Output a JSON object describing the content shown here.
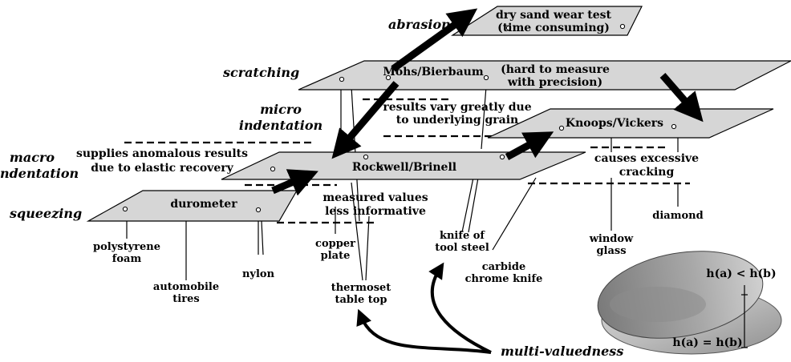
{
  "categories": {
    "abrasion": "abrasion",
    "scratching": "scratching",
    "micro_indentation": [
      "micro",
      "indentation"
    ],
    "macro_indentation": [
      "macro",
      "indentation"
    ],
    "squeezing": "squeezing"
  },
  "planes": {
    "abrasion": "dry sand wear test",
    "abrasion_note": "(time consuming)",
    "mohs": "Mohs/Bierbaum",
    "mohs_note": [
      "(hard to measure",
      "with precision)"
    ],
    "knoops": "Knoops/Vickers",
    "rockwell": "Rockwell/Brinell",
    "durometer": "durometer"
  },
  "notes": {
    "grain": [
      "results vary greatly due",
      "to underlying grain"
    ],
    "elastic": [
      "supplies anomalous results",
      "due to elastic recovery"
    ],
    "measured": [
      "measured values",
      "less informative"
    ],
    "cracking": [
      "causes excessive",
      "cracking"
    ]
  },
  "materials": {
    "polystyrene": [
      "polystyrene",
      "foam"
    ],
    "tires": [
      "automobile",
      "tires"
    ],
    "nylon": "nylon",
    "copper": [
      "copper",
      "plate"
    ],
    "thermoset": [
      "thermoset",
      "table top"
    ],
    "knife": [
      "knife of",
      "tool steel"
    ],
    "carbide": [
      "carbide",
      "chrome knife"
    ],
    "glass": [
      "window",
      "glass"
    ],
    "diamond": "diamond"
  },
  "multi_valuedness": "multi-valuedness",
  "inset": {
    "top": "h(a) < h(b)",
    "bottom": "h(a) = h(b)"
  }
}
